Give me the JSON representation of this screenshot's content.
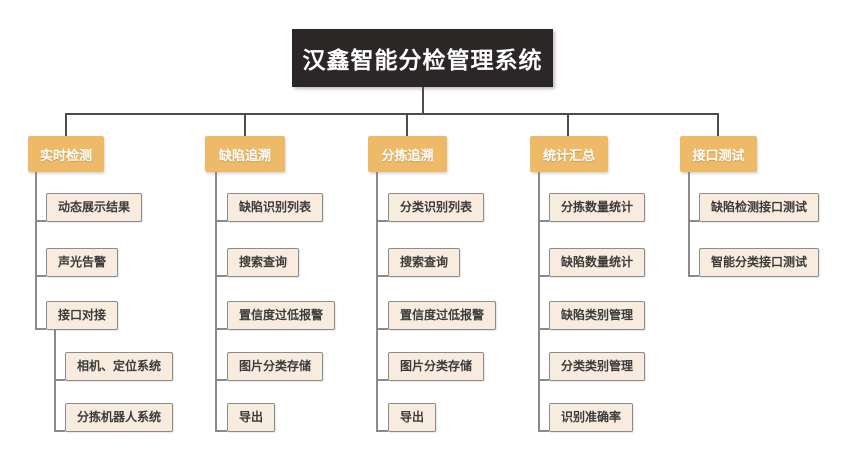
{
  "title": "汉鑫智能分检管理系统",
  "branches": [
    {
      "label": "实时检测",
      "children": [
        {
          "label": "动态展示结果"
        },
        {
          "label": "声光告警"
        },
        {
          "label": "接口对接",
          "children": [
            {
              "label": "相机、定位系统"
            },
            {
              "label": "分拣机器人系统"
            }
          ]
        }
      ]
    },
    {
      "label": "缺陷追溯",
      "children": [
        {
          "label": "缺陷识别列表"
        },
        {
          "label": "搜索查询"
        },
        {
          "label": "置信度过低报警"
        },
        {
          "label": "图片分类存储"
        },
        {
          "label": "导出"
        }
      ]
    },
    {
      "label": "分拣追溯",
      "children": [
        {
          "label": "分类识别列表"
        },
        {
          "label": "搜索查询"
        },
        {
          "label": "置信度过低报警"
        },
        {
          "label": "图片分类存储"
        },
        {
          "label": "导出"
        }
      ]
    },
    {
      "label": "统计汇总",
      "children": [
        {
          "label": "分拣数量统计"
        },
        {
          "label": "缺陷数量统计"
        },
        {
          "label": "缺陷类别管理"
        },
        {
          "label": "分类类别管理"
        },
        {
          "label": "识别准确率"
        }
      ]
    },
    {
      "label": "接口测试",
      "children": [
        {
          "label": "缺陷检测接口测试"
        },
        {
          "label": "智能分类接口测试"
        }
      ]
    }
  ],
  "colors": {
    "background": "#ffffff",
    "title_bg": "#2b2727",
    "title_text": "#ffffff",
    "branch_bg": "#eeba68",
    "branch_text": "#ffffff",
    "node_bg": "#f8ecdf",
    "node_border": "#8c8c8c",
    "node_text": "#3b3b3b",
    "connector_dark": "#4c4c4c",
    "connector_gray": "#8a8a8a"
  }
}
